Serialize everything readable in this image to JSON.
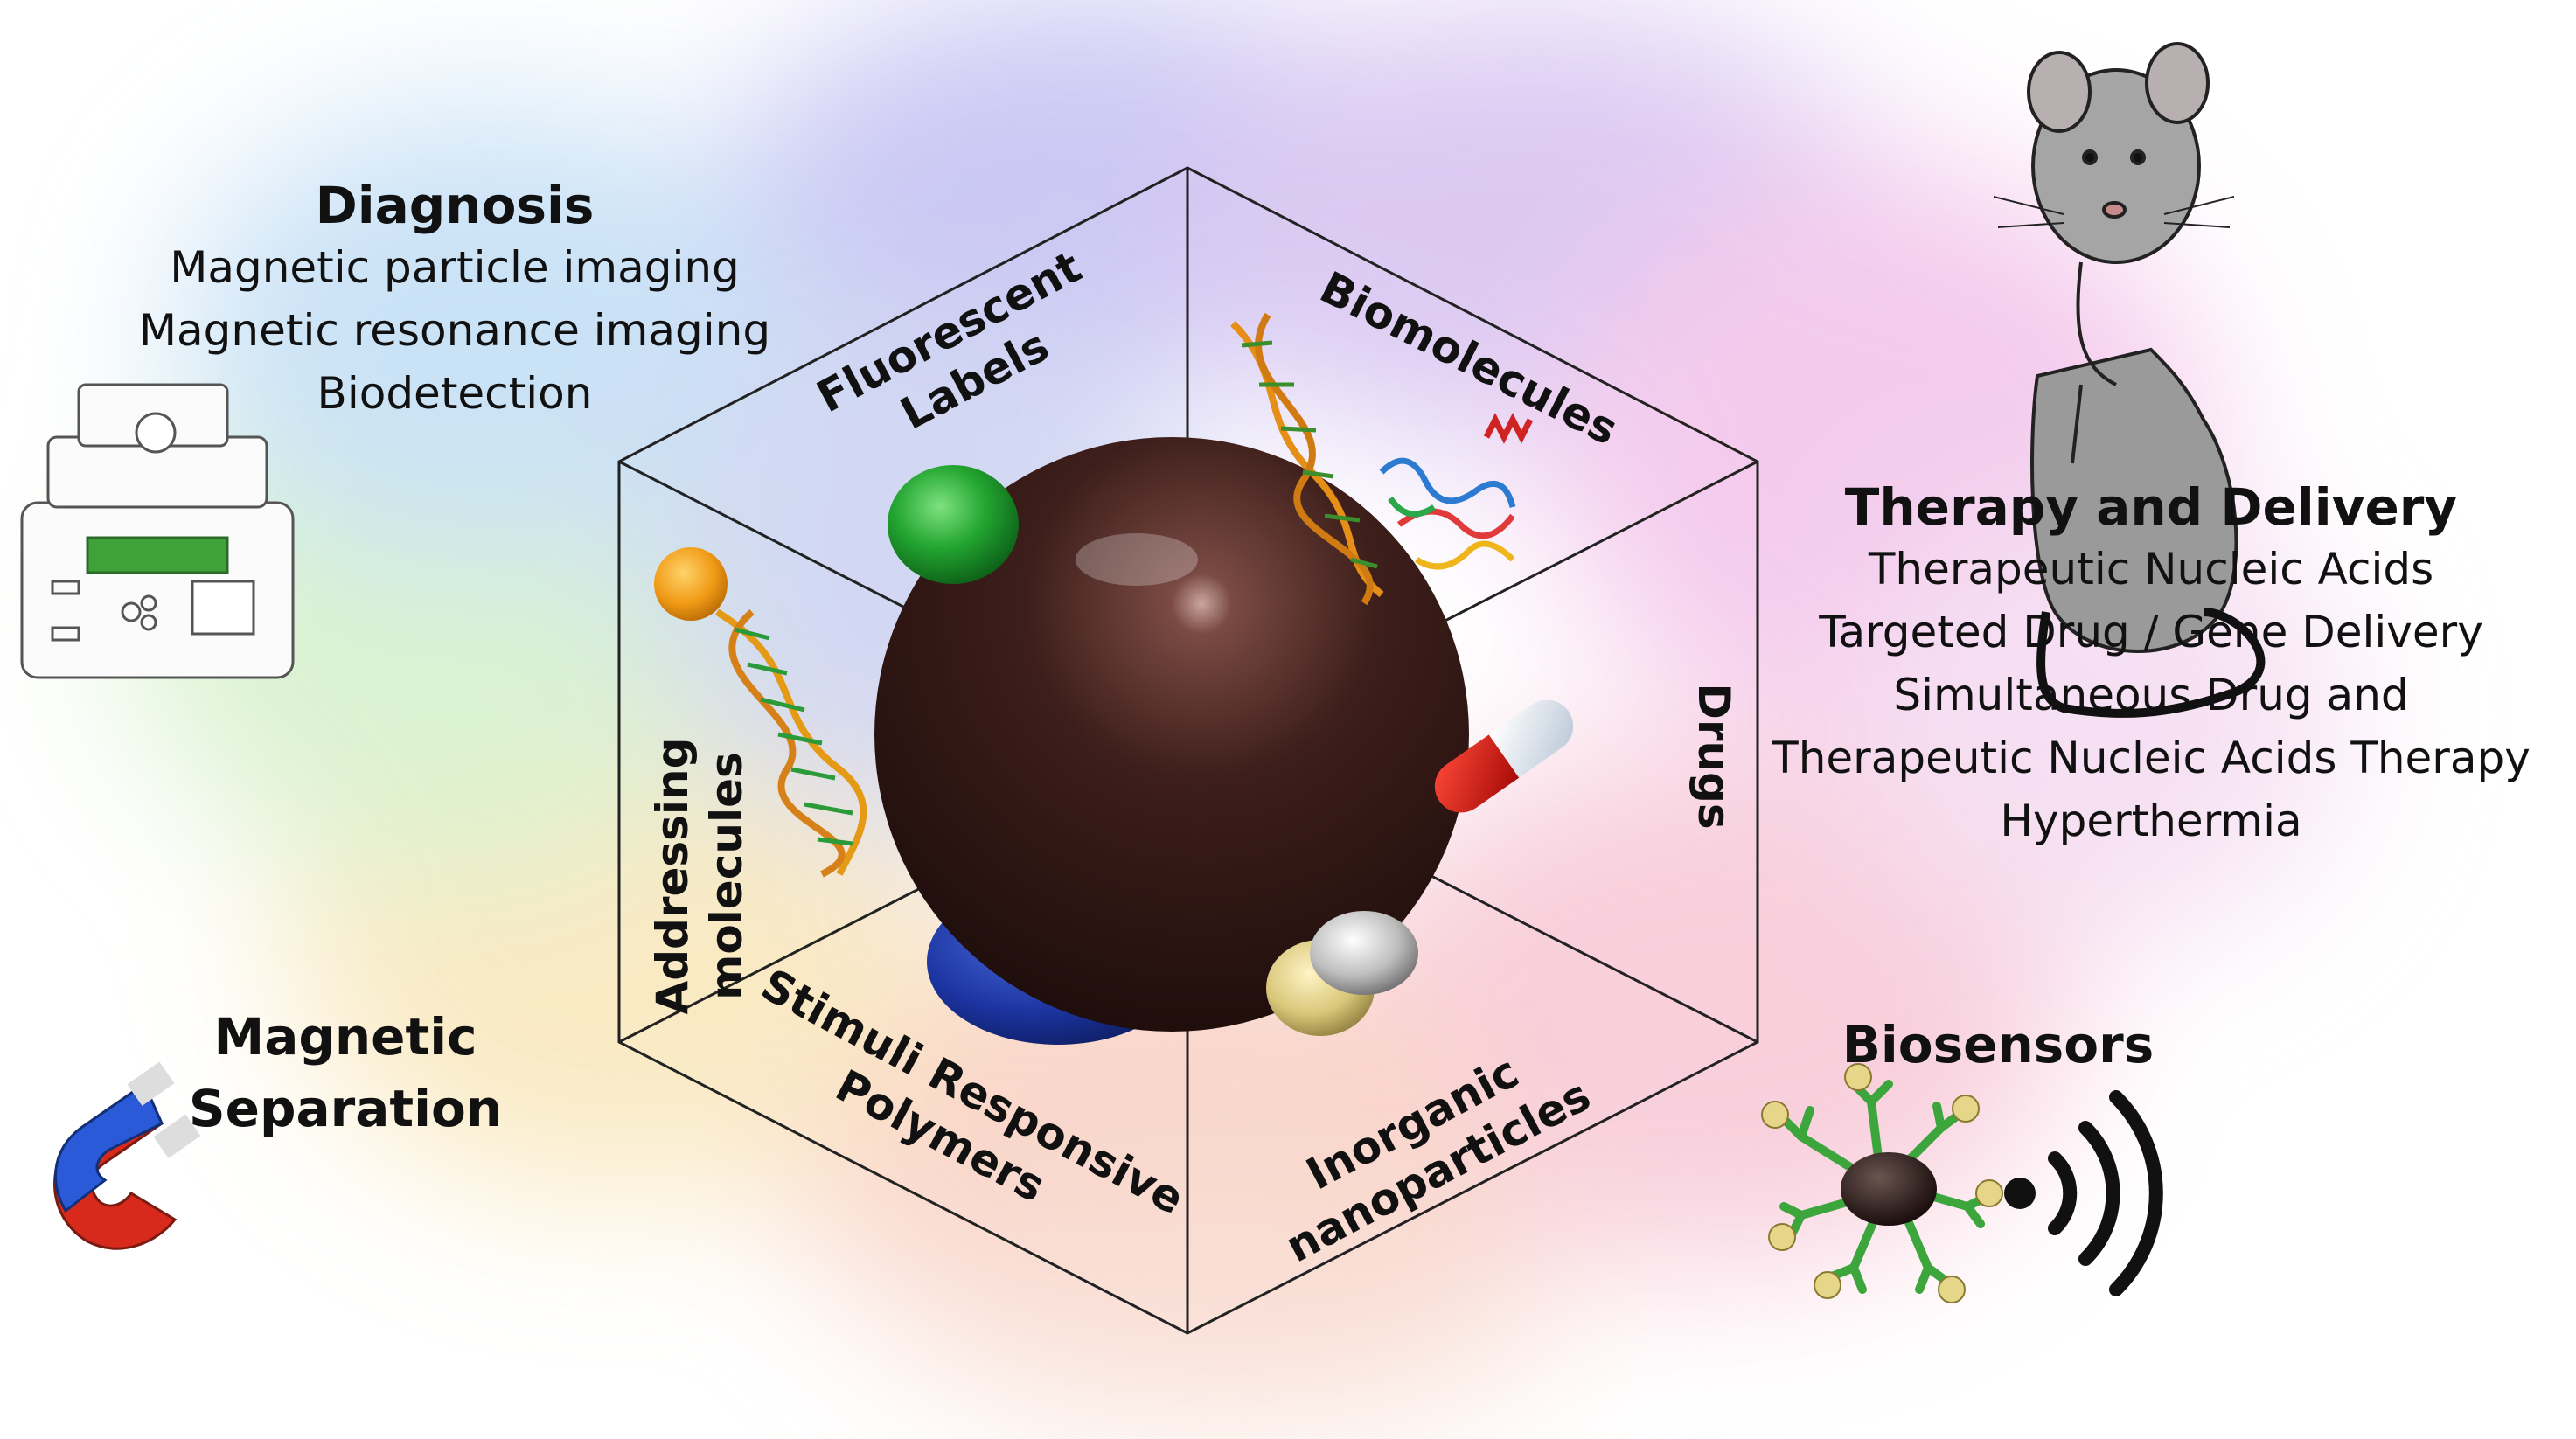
{
  "diagnosis": {
    "title": "Diagnosis",
    "items": [
      "Magnetic particle imaging",
      "Magnetic  resonance imaging",
      "Biodetection"
    ]
  },
  "therapy": {
    "title": "Therapy and Delivery",
    "items": [
      "Therapeutic Nucleic Acids",
      "Targeted Drug / Gene Delivery",
      "Simultaneous Drug and",
      "Therapeutic Nucleic Acids Therapy",
      "Hyperthermia"
    ]
  },
  "separation": {
    "line1": "Magnetic",
    "line2": "Separation"
  },
  "biosensors": {
    "title": "Biosensors"
  },
  "faces": {
    "fluorescent_1": "Fluorescent",
    "fluorescent_2": "Labels",
    "biomolecules": "Biomolecules",
    "drugs": "Drugs",
    "inorganic_1": "Inorganic",
    "inorganic_2": "nanoparticles",
    "stimuli_1": "Stimuli Responsive",
    "stimuli_2": "Polymers",
    "addressing_1": "Addressing",
    "addressing_2": "molecules"
  },
  "colors": {
    "core": "#3a1c18",
    "fluorescent": "#2faa3a",
    "polymer": "#1d3aa8",
    "pill_red": "#d71a16",
    "addressing_ball": "#f0a21e",
    "gold": "#d8c77a",
    "silver": "#c9c9c9"
  },
  "icons": [
    "thermocycler-icon",
    "mouse-icon",
    "magnet-icon",
    "biosensor-icon",
    "signal-waves-icon",
    "dna-icon",
    "protein-icon",
    "pill-icon"
  ]
}
